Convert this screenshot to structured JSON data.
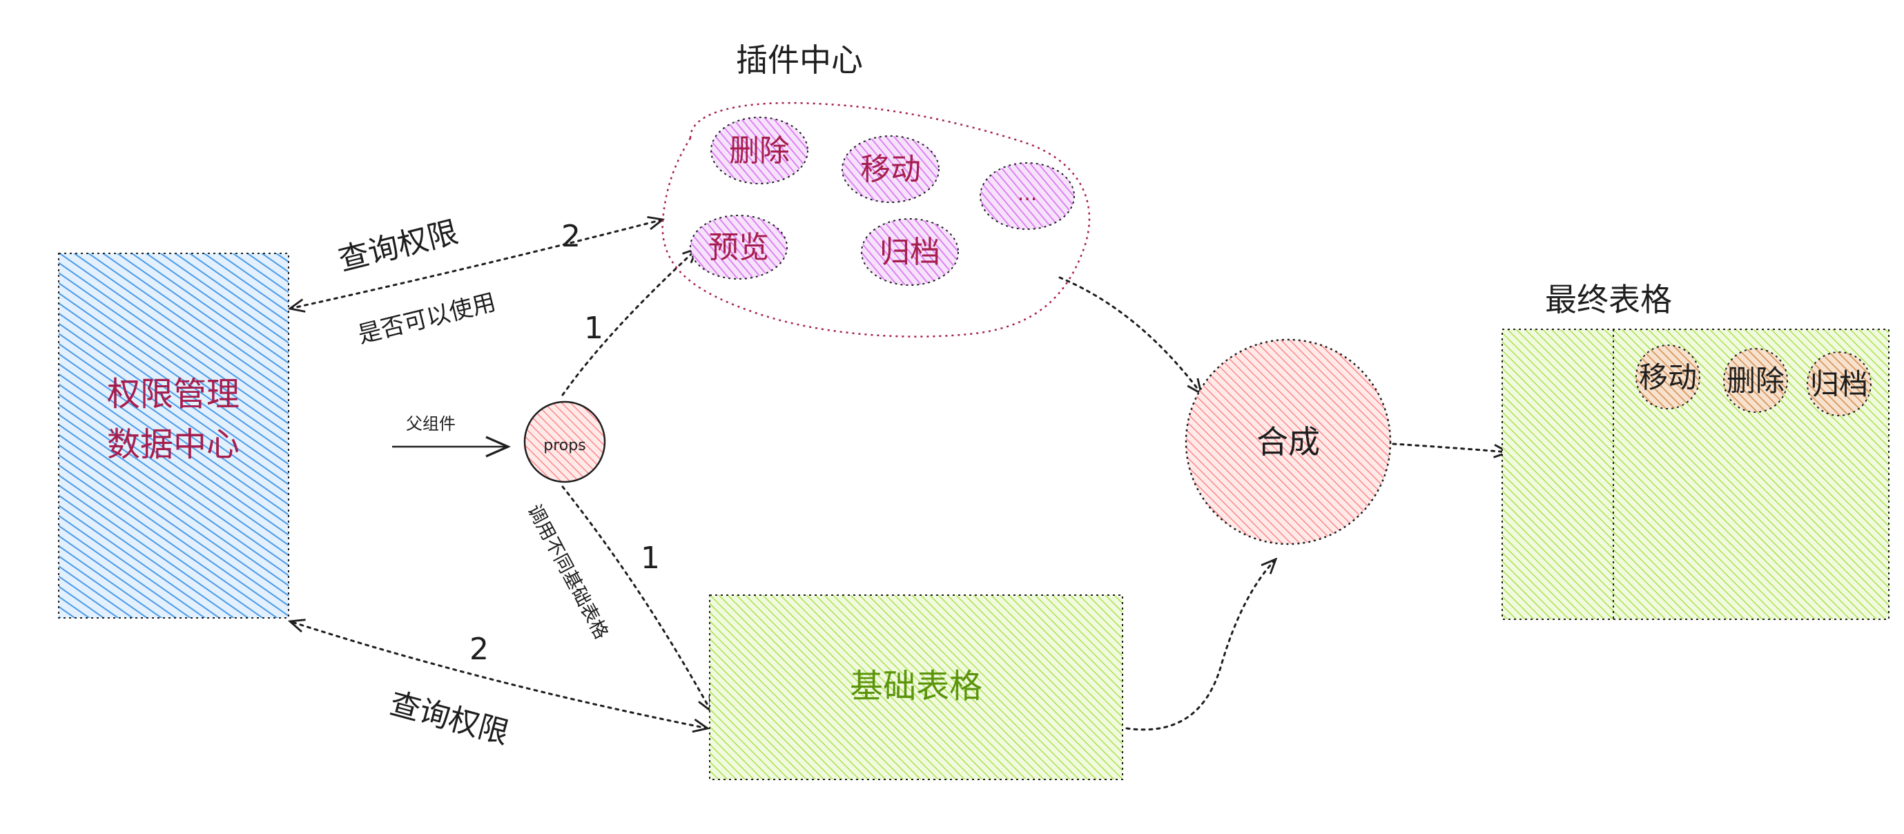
{
  "permission_center": {
    "line1": "权限管理",
    "line2": "数据中心"
  },
  "plugin_center": {
    "title": "插件中心",
    "plugins": [
      "删除",
      "移动",
      "...",
      "预览",
      "归档"
    ]
  },
  "props_node": {
    "label": "props",
    "parent_label": "父组件"
  },
  "base_table": {
    "label": "基础表格"
  },
  "compose_node": {
    "label": "合成"
  },
  "final_table": {
    "title": "最终表格",
    "plugins": [
      "移动",
      "删除",
      "归档"
    ]
  },
  "edges": {
    "query_top_label": "查询权限",
    "query_top_num": "2",
    "can_use_label": "是否可以使用",
    "props_to_plugins_num": "1",
    "props_to_table_num": "1",
    "call_tables_label": "调用不同基础表格",
    "query_bottom_label": "查询权限",
    "query_bottom_num": "2"
  },
  "colors": {
    "blue_hatch": "#4a9be8",
    "purple_fill": "#da77f2",
    "red_fill": "#ff8787",
    "green_fill": "#a9e34b",
    "orange_fill": "#e0a36a",
    "red_text": "#a61e4d",
    "green_text": "#5c940d",
    "stroke": "#1e1e1e"
  }
}
